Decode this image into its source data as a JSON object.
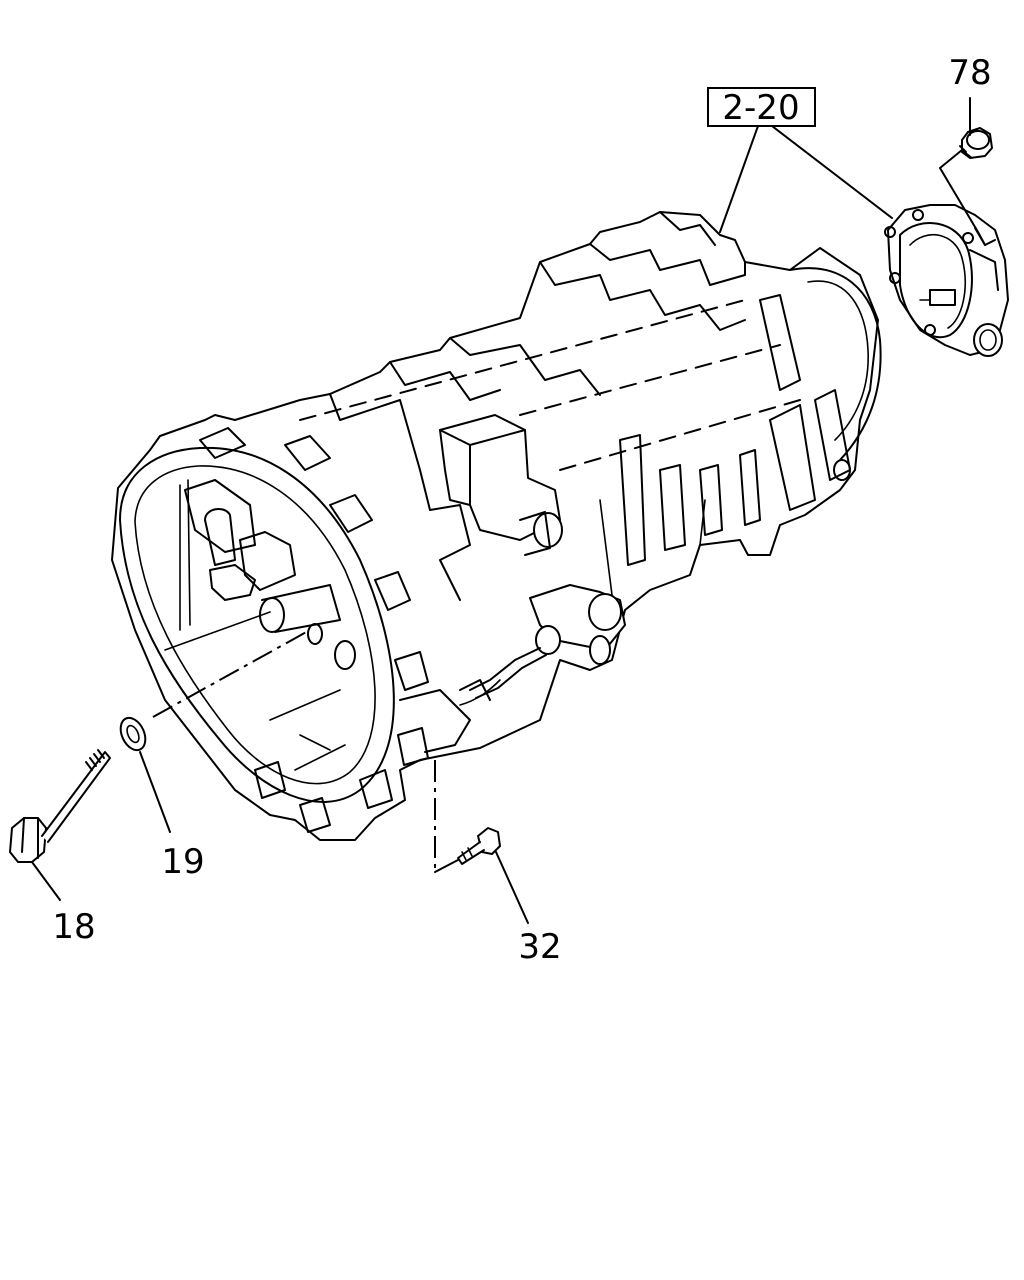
{
  "diagram": {
    "callouts": [
      {
        "id": "group",
        "label": "2-20",
        "boxed": true
      },
      {
        "id": "plug",
        "label": "78"
      },
      {
        "id": "washer",
        "label": "19"
      },
      {
        "id": "bolt_long",
        "label": "18"
      },
      {
        "id": "bolt_short",
        "label": "32"
      }
    ],
    "icons": [
      "transmission-assembly",
      "extension-housing",
      "drain-plug",
      "hex-bolt",
      "flat-washer"
    ],
    "colors": {
      "line": "#000000",
      "background": "#ffffff"
    }
  }
}
